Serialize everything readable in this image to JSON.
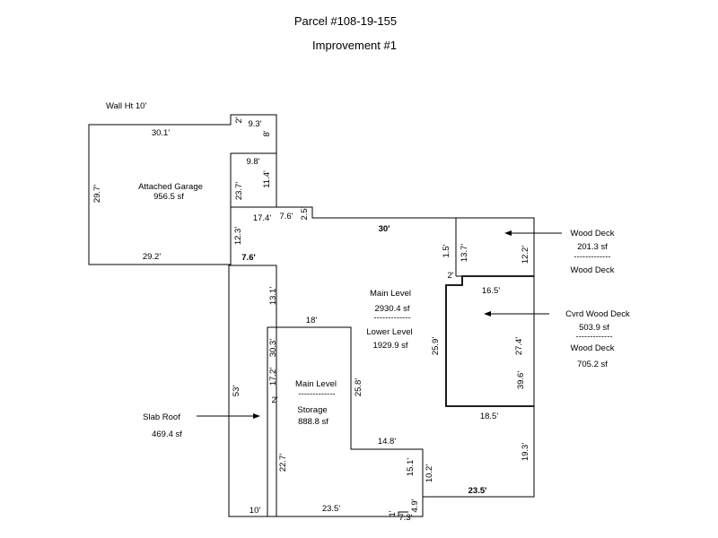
{
  "header": {
    "title": "Parcel #108-19-155",
    "subtitle": "Improvement #1"
  },
  "notes": {
    "wall_height": "Wall Ht 10'"
  },
  "areas": {
    "garage": {
      "name": "Attached Garage",
      "size": "956.5 sf"
    },
    "main": {
      "name": "Main Level",
      "size": "2930.4 sf",
      "rule": "-------------",
      "lower_name": "Lower Level",
      "lower_size": "1929.9 sf"
    },
    "storage": {
      "name": "Main Level",
      "rule": "-------------",
      "sub": "Storage",
      "size": "888.8 sf"
    },
    "wood_deck_1": {
      "name": "Wood Deck",
      "size": "201.3 sf",
      "rule": "-------------",
      "name2": "Wood Deck"
    },
    "covered_deck": {
      "name": "Cvrd Wood Deck",
      "size": "503.9 sf",
      "rule": "-------------",
      "name2": "Wood Deck",
      "size2": "705.2 sf"
    },
    "slab_roof": {
      "name": "Slab Roof",
      "size": "469.4 sf"
    }
  },
  "dimensions": [
    "30.1'",
    "2'",
    "9.3'",
    "8'",
    "9.8'",
    "11.4'",
    "29.7'",
    "23.7'",
    "17.4'",
    "7.6'",
    "2.5'",
    "30'",
    "12.3'",
    "29.2'",
    "7.6'",
    "1.5'",
    "13.7'",
    "12.2'",
    "2'",
    "16.5'",
    "13.1'",
    "18'",
    "30.3'",
    "17.2'",
    "2'",
    "25.8'",
    "25.9'",
    "27.4'",
    "39.6'",
    "18.5'",
    "53'",
    "14.8'",
    "19.3'",
    "15.1'",
    "22.7'",
    "10.2'",
    "23.5'",
    "4.9'",
    "1'",
    "10'",
    "23.5'",
    "7.3'"
  ]
}
